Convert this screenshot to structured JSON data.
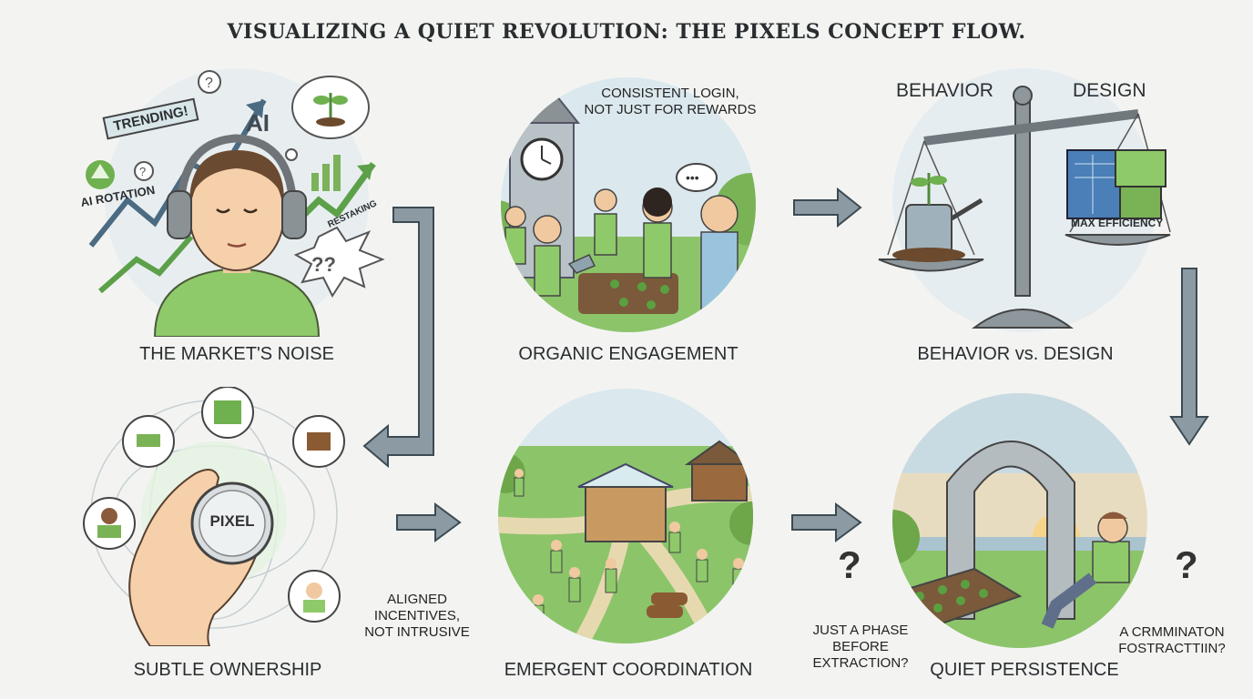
{
  "title": "VISUALIZING A QUIET REVOLUTION: THE PIXELS CONCEPT FLOW.",
  "colors": {
    "arrow": "#8c9ba3",
    "arrow_stroke": "#3c4a52",
    "grass": "#8cc46a",
    "sky": "#dbe8ee"
  },
  "panels": {
    "noise": {
      "caption": "THE MARKET'S NOISE",
      "labels": {
        "trending": "TRENDING!",
        "ai_big": "AI",
        "ai_rotation": "AI ROTATION",
        "restaking": "RESTAKING",
        "qmarks": "??"
      }
    },
    "organic": {
      "caption": "ORGANIC ENGAGEMENT",
      "note": [
        "CONSISTENT LOGIN,",
        "NOT JUST FOR REWARDS"
      ]
    },
    "behavior": {
      "caption": "BEHAVIOR vs. DESIGN",
      "left_label": "BEHAVIOR",
      "right_label": "DESIGN",
      "pan_label": "MAX EFFICIENCY"
    },
    "ownership": {
      "caption": "SUBTLE OWNERSHIP",
      "coin": "PIXEL",
      "note": [
        "ALIGNED",
        "INCENTIVES,",
        "NOT INTRUSIVE"
      ]
    },
    "emergent": {
      "caption": "EMERGENT COORDINATION"
    },
    "persistence": {
      "caption": "QUIET PERSISTENCE",
      "left_note": [
        "JUST A PHASE",
        "BEFORE",
        "EXTRACTION?"
      ],
      "right_note": [
        "A CRMMINATON",
        "FOSTRACTTIIN?"
      ]
    }
  }
}
